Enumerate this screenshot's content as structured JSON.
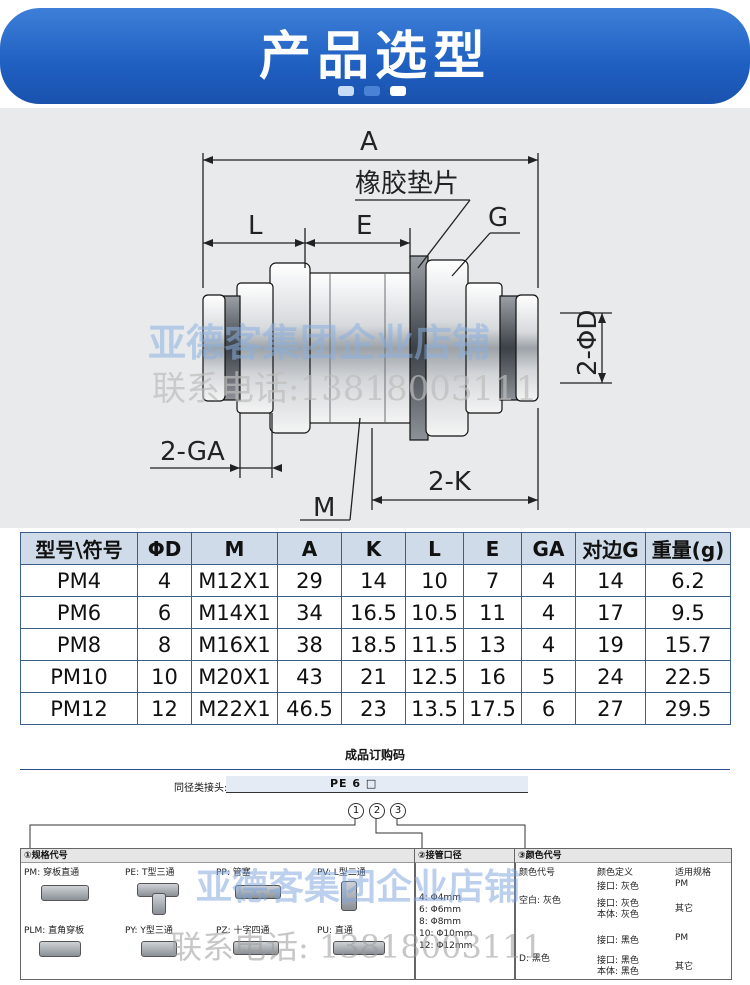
{
  "header": {
    "title": "产品选型",
    "colors": {
      "bar": "#1f5fc1",
      "dot_light": "#c8ddf5",
      "dot_mid": "#4a83d6",
      "dot_white": "#ffffff"
    }
  },
  "drawing": {
    "labels": {
      "A": "A",
      "rubber": "橡胶垫片",
      "G": "G",
      "L": "L",
      "E": "E",
      "D": "2-ΦD",
      "GA": "2-GA",
      "K": "2-K",
      "M": "M"
    },
    "watermark": {
      "line1": "亚德客集团企业店铺",
      "line2": "联系电话:13818003111"
    }
  },
  "spec_table": {
    "headers": [
      "型号\\符号",
      "ΦD",
      "M",
      "A",
      "K",
      "L",
      "E",
      "GA",
      "对边G",
      "重量(g)"
    ],
    "rows": [
      [
        "PM4",
        "4",
        "M12X1",
        "29",
        "14",
        "10",
        "7",
        "4",
        "14",
        "6.2"
      ],
      [
        "PM6",
        "6",
        "M14X1",
        "34",
        "16.5",
        "10.5",
        "11",
        "4",
        "17",
        "9.5"
      ],
      [
        "PM8",
        "8",
        "M16X1",
        "38",
        "18.5",
        "11.5",
        "13",
        "4",
        "19",
        "15.7"
      ],
      [
        "PM10",
        "10",
        "M20X1",
        "43",
        "21",
        "12.5",
        "16",
        "5",
        "24",
        "22.5"
      ],
      [
        "PM12",
        "12",
        "M22X1",
        "46.5",
        "23",
        "13.5",
        "17.5",
        "6",
        "27",
        "29.5"
      ]
    ]
  },
  "order": {
    "title": "成品订购码",
    "code_label": "同径类接头:",
    "code": "PE 6 □",
    "markers": [
      "1",
      "2",
      "3"
    ],
    "panel1": {
      "heading": "①规格代号",
      "items": [
        "PM: 穿板直通",
        "PE: T型三通",
        "PP: 管塞",
        "PV: L型二通",
        "PLM: 直角穿板",
        "PY: Y型三通",
        "PZ: 十字四通",
        "PU: 直通"
      ]
    },
    "panel2": {
      "heading": "②接管口径",
      "items": [
        "4:   Φ4mm",
        "6:   Φ6mm",
        "8:   Φ8mm",
        "10:  Φ10mm",
        "12:  Φ12mm"
      ]
    },
    "panel3": {
      "heading": "③颜色代号",
      "col_headers": [
        "颜色代号",
        "颜色定义",
        "适用规格"
      ],
      "blank_label": "空白: 灰色",
      "d_label": "D: 黑色",
      "rows": [
        [
          "接口: 灰色",
          "PM"
        ],
        [
          "接口: 灰色",
          "其它"
        ],
        [
          "本体: 灰色",
          ""
        ],
        [
          "接口: 黑色",
          "PM"
        ],
        [
          "接口: 黑色",
          "其它"
        ],
        [
          "本体: 黑色",
          ""
        ]
      ]
    },
    "watermark": {
      "line1": "亚德客集团企业店铺",
      "line2": "联系电话: 13818003111"
    }
  }
}
